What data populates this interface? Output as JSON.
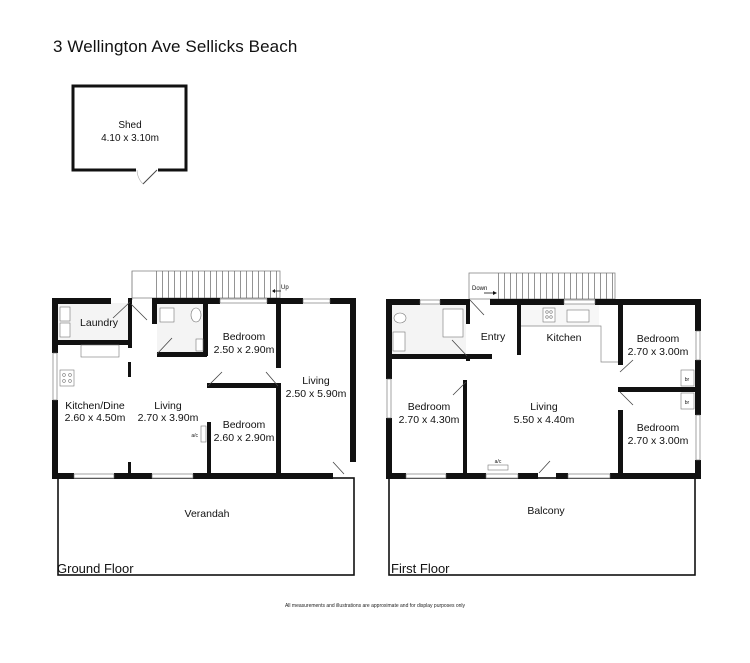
{
  "title": "3 Wellington Ave Sellicks Beach",
  "shed": {
    "name": "Shed",
    "size": "4.10 x 3.10m"
  },
  "ground_floor": {
    "label": "Ground Floor",
    "stairs_label": "Up",
    "rooms": [
      {
        "name": "Laundry",
        "size": ""
      },
      {
        "name": "Bedroom",
        "size": "2.50 x 2.90m"
      },
      {
        "name": "Kitchen/Dine",
        "size": "2.60 x 4.50m"
      },
      {
        "name": "Living",
        "size": "2.70 x 3.90m"
      },
      {
        "name": "Living",
        "size": "2.50 x 5.90m"
      },
      {
        "name": "Bedroom",
        "size": "2.60 x 2.90m"
      },
      {
        "name": "Verandah",
        "size": ""
      }
    ],
    "ac_label": "a/c"
  },
  "first_floor": {
    "label": "First Floor",
    "stairs_label": "Down",
    "rooms": [
      {
        "name": "Entry",
        "size": ""
      },
      {
        "name": "Kitchen",
        "size": ""
      },
      {
        "name": "Bedroom",
        "size": "2.70 x 3.00m"
      },
      {
        "name": "Bedroom",
        "size": "2.70 x 4.30m"
      },
      {
        "name": "Living",
        "size": "5.50 x 4.40m"
      },
      {
        "name": "Bedroom",
        "size": "2.70 x 3.00m"
      },
      {
        "name": "Balcony",
        "size": ""
      }
    ],
    "ac_label": "a/c",
    "robe_label": "br"
  },
  "disclaimer": "All measurements and illustrations are approximate and for display purposes only"
}
